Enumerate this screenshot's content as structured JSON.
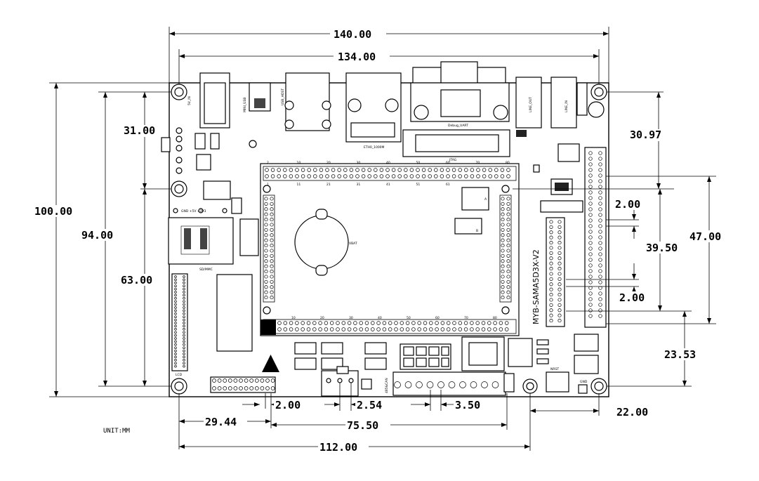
{
  "dimensions": {
    "total_width": "140.00",
    "hole_span_width": "134.00",
    "total_height": "100.00",
    "hole_span_height": "94.00",
    "left_upper_hole_offset": "31.00",
    "left_lower_hole_offset": "63.00",
    "right_top_offset": "30.97",
    "right_connector_span": "47.00",
    "right_inner_span": "39.50",
    "right_pitch_top": "2.00",
    "right_pitch_bottom": "2.00",
    "right_bottom_offset": "23.53",
    "bottom_right_offset": "22.00",
    "bottom_left_offset": "29.44",
    "bottom_pitch_a": "2.00",
    "bottom_pitch_b": "2.54",
    "bottom_pitch_c": "3.50",
    "bottom_span_mid": "75.50",
    "bottom_span_long": "112.00"
  },
  "unit_label": "UNIT:MM",
  "board": {
    "model": "MYB-SAMA5D3X-V2",
    "labels": {
      "power_in": "5V_IN",
      "mini_usb": "MINI_USB",
      "usb_host": "USB_HOST",
      "ethernet": "ETH0_1000M",
      "debug_uart": "Debug_UART",
      "jtag": "JTAG",
      "line_out": "LINE_OUT",
      "line_in": "LINE_IN",
      "vbat": "VBAT",
      "sd_mmc": "SD/MMC",
      "lcd": "LCD",
      "rs485_can": "485&CAN",
      "nrst": "NRST",
      "gnd": "GND",
      "marker_a": "A",
      "marker_b": "B",
      "gnd_5v_3v3": "GND +5V +3V3"
    },
    "header_numbers_top": [
      "2",
      "10",
      "20",
      "30",
      "40",
      "50",
      "60",
      "70",
      "80"
    ],
    "header_numbers_top_row2": [
      "1",
      "11",
      "21",
      "31",
      "41",
      "51",
      "61"
    ],
    "header_numbers_bottom": [
      "10",
      "20",
      "30",
      "40",
      "50",
      "60",
      "70",
      "80"
    ]
  }
}
